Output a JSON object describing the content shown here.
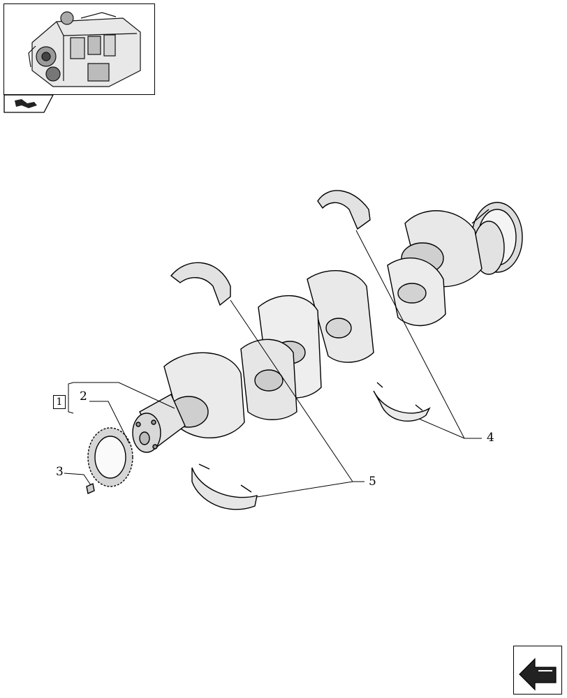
{
  "thumbnail": {
    "icon": "engine-thumbnail"
  },
  "kit_label": "1",
  "callouts": {
    "c2": "2",
    "c3": "3",
    "c4": "4",
    "c5": "5"
  },
  "icons": {
    "back": "arrow-back-icon",
    "next": "arrow-next-icon"
  }
}
